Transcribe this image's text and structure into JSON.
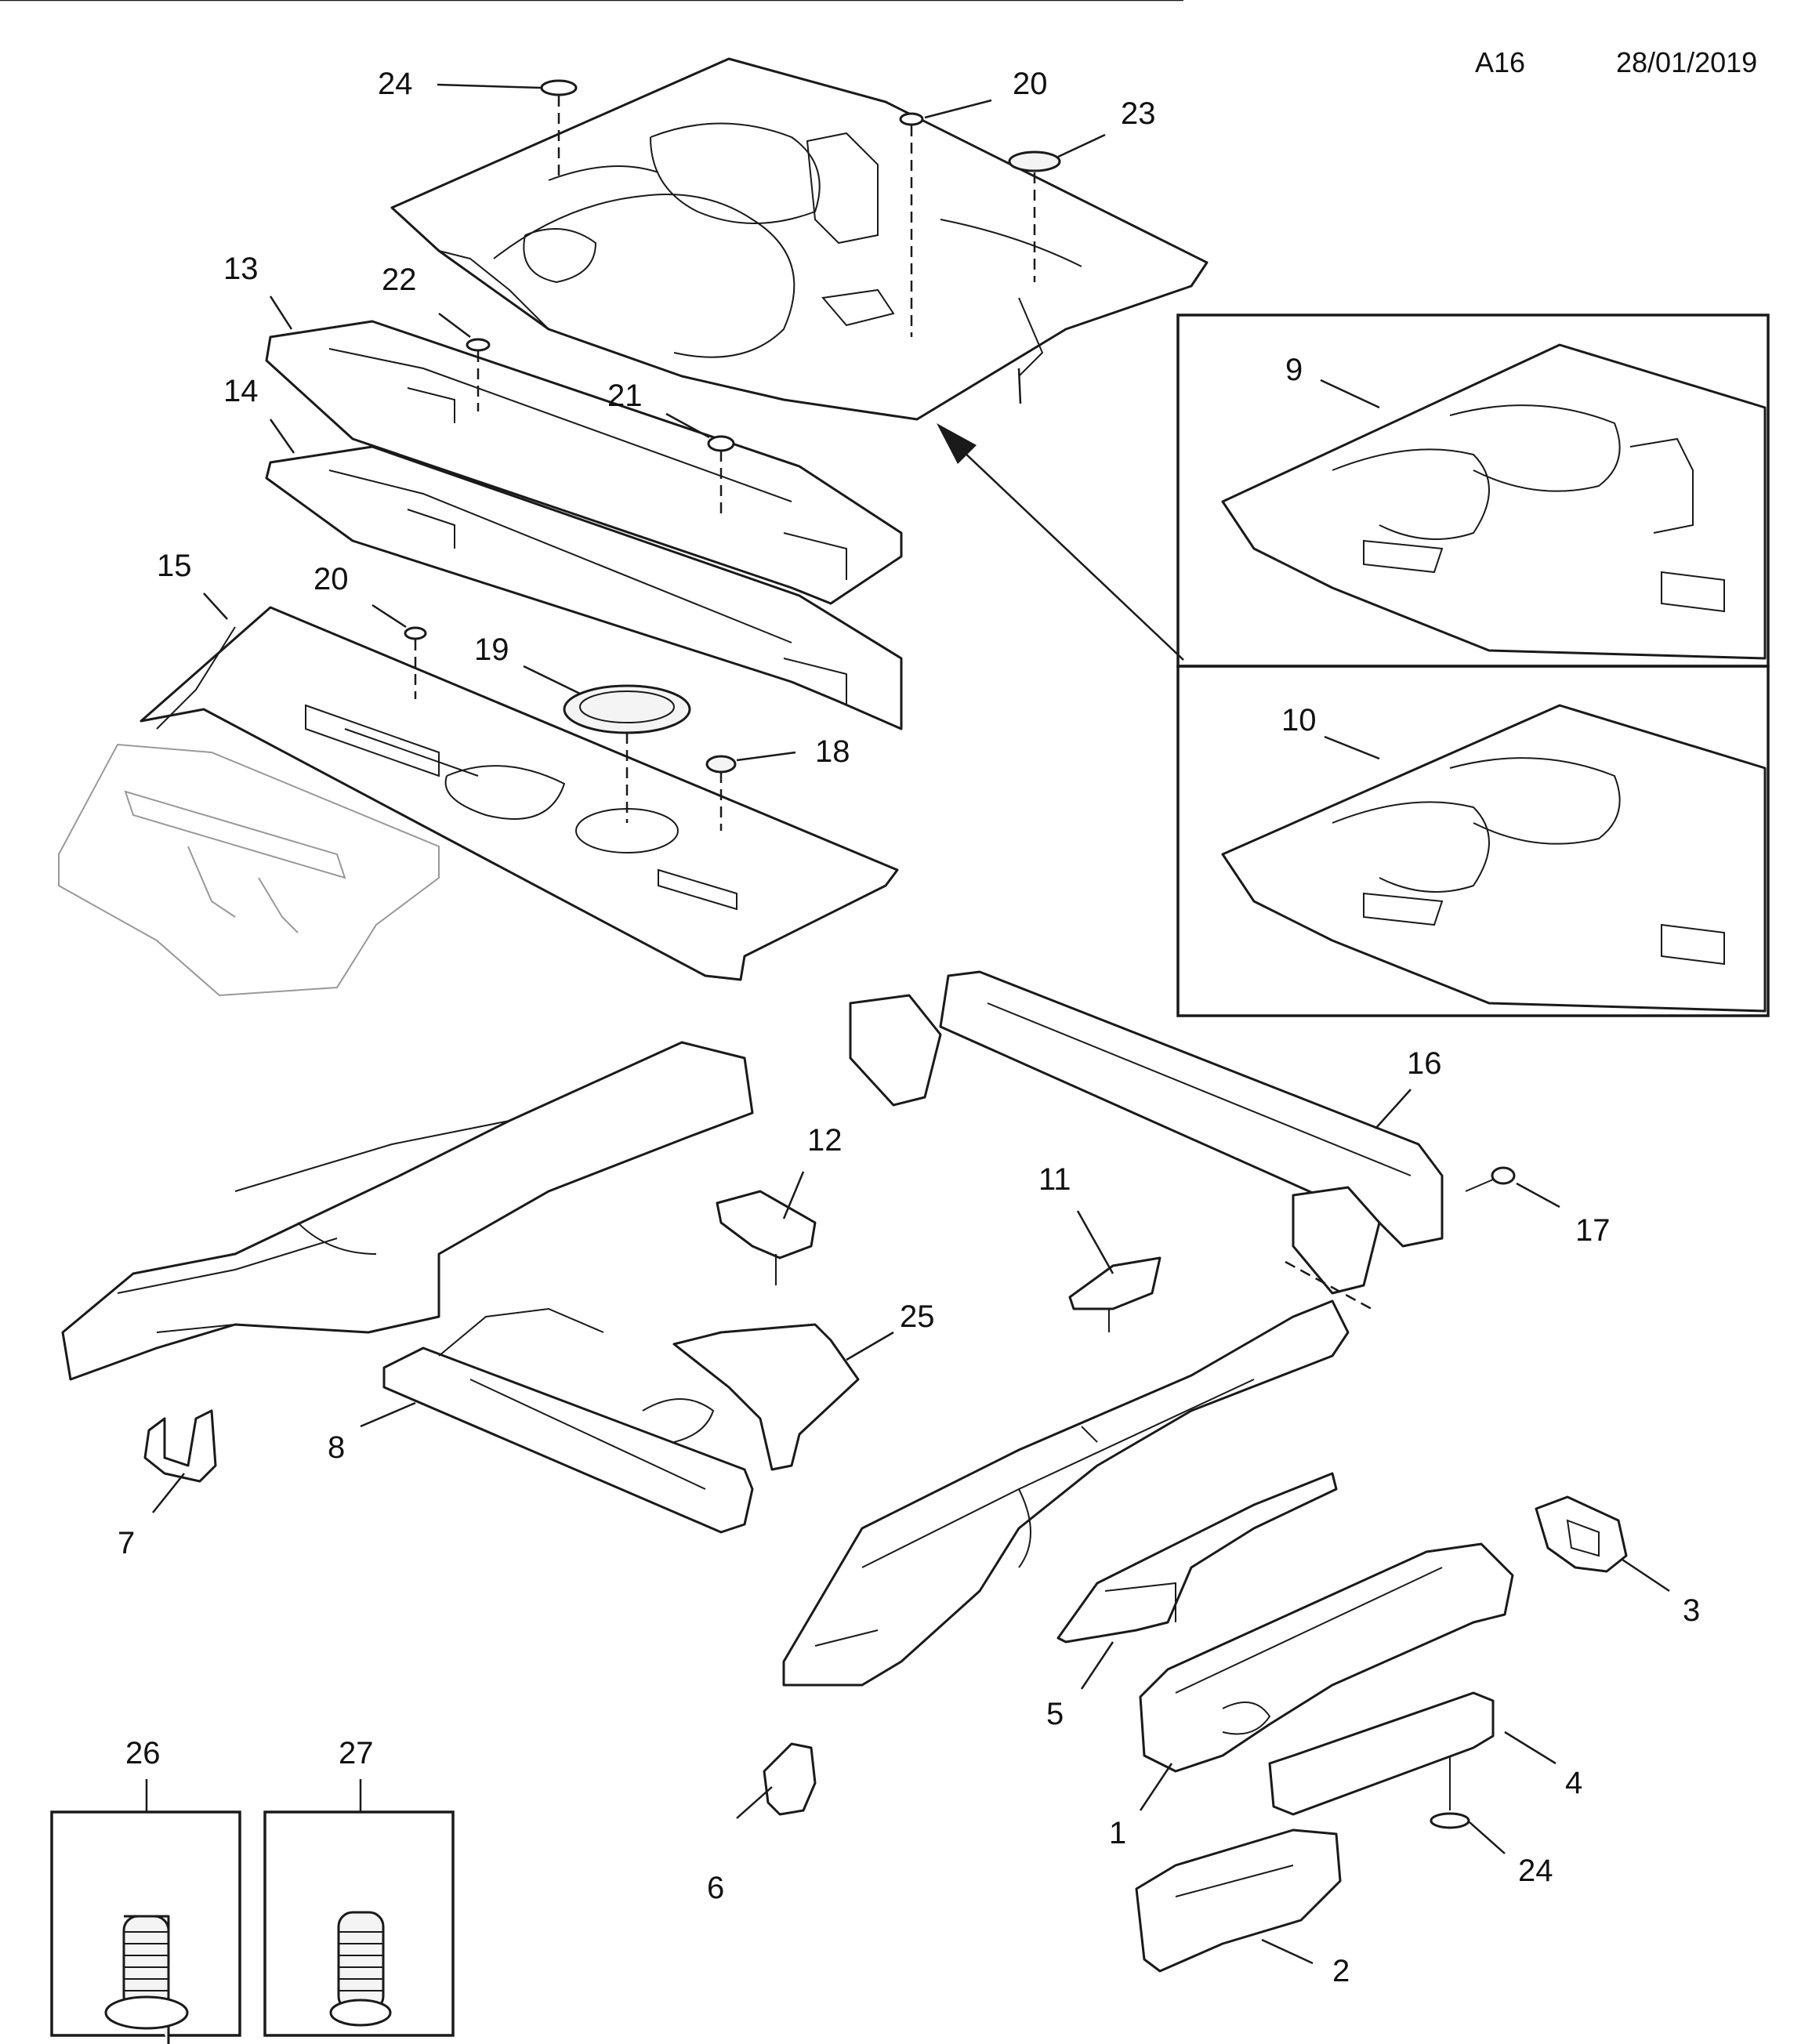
{
  "header": {
    "code": "A16",
    "date": "28/01/2019"
  },
  "callouts": [
    "24",
    "20",
    "23",
    "13",
    "22",
    "21",
    "14",
    "9",
    "15",
    "20",
    "19",
    "18",
    "10",
    "16",
    "12",
    "11",
    "17",
    "25",
    "8",
    "7",
    "3",
    "5",
    "4",
    "1",
    "24",
    "2",
    "6",
    "26",
    "27"
  ],
  "detail_boxes": {
    "upper": "9",
    "lower": "10",
    "bolt_left": "26",
    "bolt_right": "27"
  }
}
